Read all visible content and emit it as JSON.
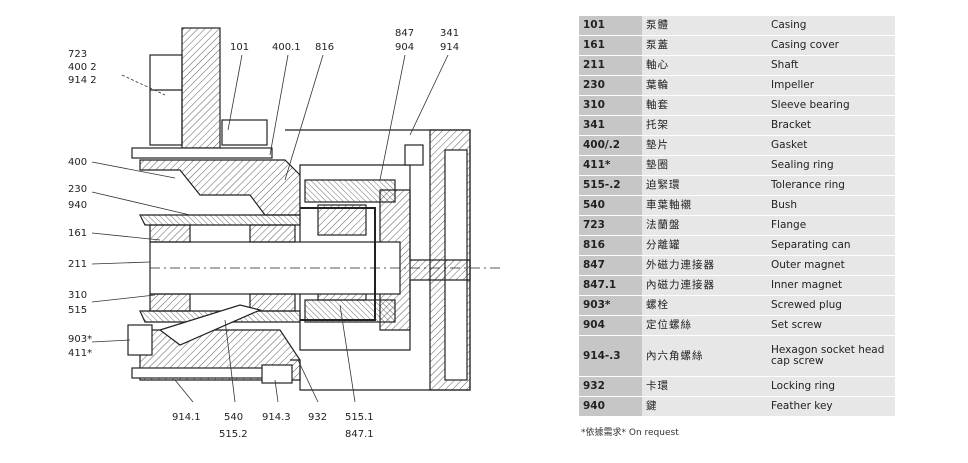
{
  "callouts": {
    "l723": "723",
    "l4002": "400 2",
    "l9142": "914 2",
    "l101": "101",
    "l4001": "400.1",
    "l816": "816",
    "l847": "847",
    "l904": "904",
    "l341": "341",
    "l914": "914",
    "l400": "400",
    "l230": "230",
    "l940": "940",
    "l161": "161",
    "l211": "211",
    "l310": "310",
    "l515": "515",
    "l903": "903*",
    "l411": "411*",
    "l9141": "914.1",
    "l540": "540",
    "l5152": "515.2",
    "l9143": "914.3",
    "l932": "932",
    "l5151": "515.1",
    "l8471": "847.1"
  },
  "parts": [
    {
      "num": "101",
      "zh": "泵體",
      "en": "Casing"
    },
    {
      "num": "161",
      "zh": "泵蓋",
      "en": "Casing cover"
    },
    {
      "num": "211",
      "zh": "軸心",
      "en": "Shaft"
    },
    {
      "num": "230",
      "zh": "葉輪",
      "en": "Impeller"
    },
    {
      "num": "310",
      "zh": "軸套",
      "en": "Sleeve bearing"
    },
    {
      "num": "341",
      "zh": "托架",
      "en": "Bracket"
    },
    {
      "num": "400/.2",
      "zh": "墊片",
      "en": "Gasket"
    },
    {
      "num": "411*",
      "zh": "墊圈",
      "en": "Sealing ring"
    },
    {
      "num": "515-.2",
      "zh": "迫緊環",
      "en": "Tolerance ring"
    },
    {
      "num": "540",
      "zh": "車葉軸襯",
      "en": "Bush"
    },
    {
      "num": "723",
      "zh": "法蘭盤",
      "en": "Flange"
    },
    {
      "num": "816",
      "zh": "分離罐",
      "en": "Separating can"
    },
    {
      "num": "847",
      "zh": "外磁力連接器",
      "en": "Outer magnet"
    },
    {
      "num": "847.1",
      "zh": "內磁力連接器",
      "en": "Inner magnet"
    },
    {
      "num": "903*",
      "zh": "螺栓",
      "en": "Screwed plug"
    },
    {
      "num": "904",
      "zh": "定位螺絲",
      "en": "Set screw"
    },
    {
      "num": "914-.3",
      "zh": "內六角螺絲",
      "en": "Hexagon socket head cap screw"
    },
    {
      "num": "932",
      "zh": "卡環",
      "en": "Locking ring"
    },
    {
      "num": "940",
      "zh": "鍵",
      "en": "Feather key"
    }
  ],
  "footnote": "*依據需求* On request"
}
